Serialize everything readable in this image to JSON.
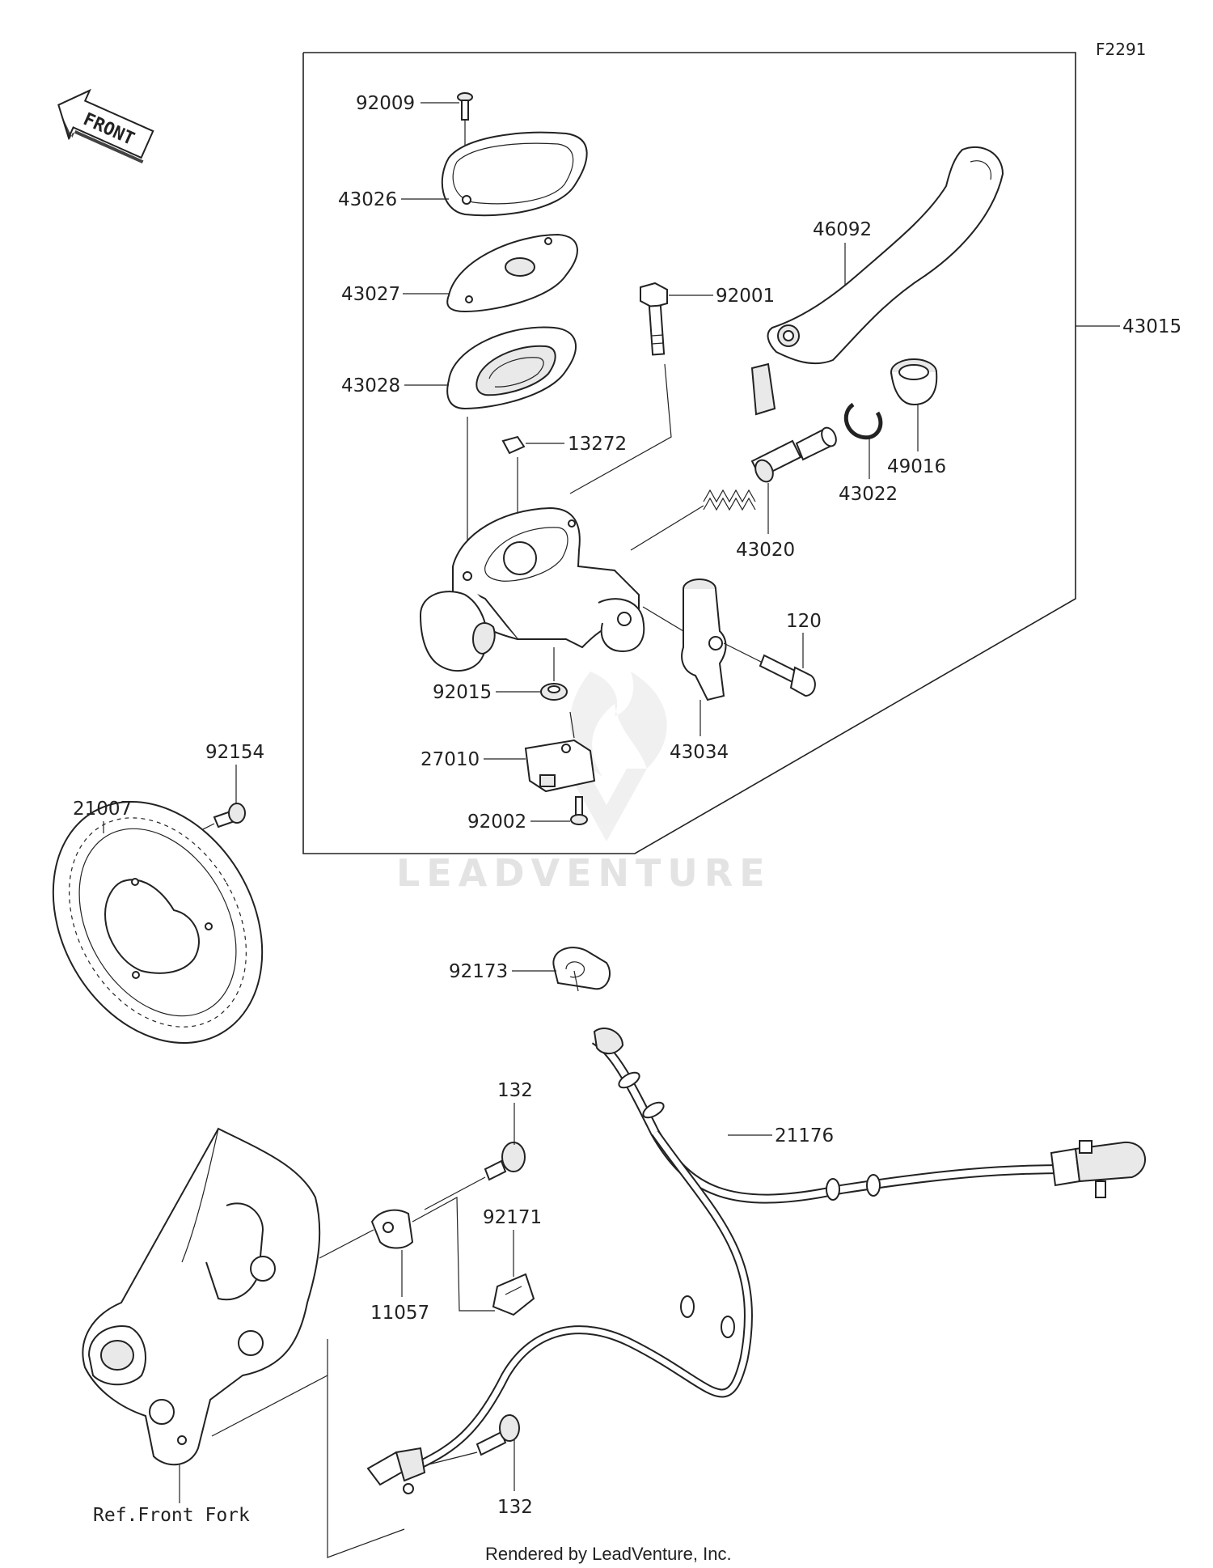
{
  "diagram_code": "F2291",
  "front_label": "FRONT",
  "watermark": "LEADVENTURE",
  "footer": "Rendered by LeadVenture, Inc.",
  "parts": {
    "p92009": "92009",
    "p43026": "43026",
    "p43027": "43027",
    "p43028": "43028",
    "p92001": "92001",
    "p46092": "46092",
    "p43015": "43015",
    "p13272": "13272",
    "p43022": "43022",
    "p49016": "49016",
    "p43020": "43020",
    "p120": "120",
    "p92015": "92015",
    "p27010": "27010",
    "p43034": "43034",
    "p92002": "92002",
    "p92154": "92154",
    "p21007": "21007",
    "p92173": "92173",
    "p132a": "132",
    "p21176": "21176",
    "p92171": "92171",
    "p11057": "11057",
    "p132b": "132",
    "ref_front_fork": "Ref.Front Fork"
  }
}
